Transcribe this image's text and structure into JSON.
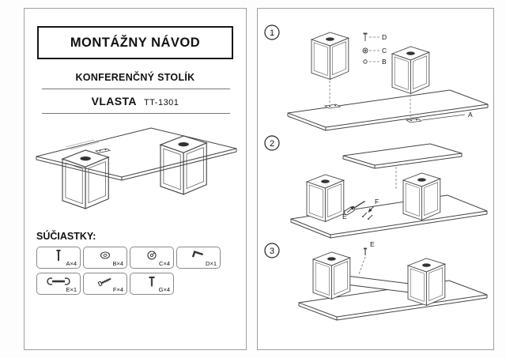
{
  "left_panel": {
    "title": "MONTÁŽNY NÁVOD",
    "subtitle": "KONFERENČNÝ STOLÍK",
    "model_name": "VLASTA",
    "model_code": "TT-1301",
    "parts_heading": "SÚČIASTKY:",
    "parts": [
      {
        "id": "A",
        "label": "A×4",
        "icon": "dowel-icon"
      },
      {
        "id": "B",
        "label": "B×4",
        "icon": "washer-icon"
      },
      {
        "id": "C",
        "label": "C×4",
        "icon": "cam-lock-icon"
      },
      {
        "id": "D",
        "label": "D×1",
        "icon": "allen-key-icon"
      },
      {
        "id": "E",
        "label": "E×1",
        "icon": "wrench-icon"
      },
      {
        "id": "F",
        "label": "F×4",
        "icon": "bolt-icon"
      },
      {
        "id": "G",
        "label": "G×4",
        "icon": "screw-icon"
      }
    ]
  },
  "right_panel": {
    "steps": [
      {
        "number": "1",
        "callouts": [
          "D",
          "C",
          "B",
          "A"
        ]
      },
      {
        "number": "2",
        "callouts": [
          "E",
          "F"
        ]
      },
      {
        "number": "3",
        "callouts": [
          "E"
        ]
      }
    ]
  },
  "colors": {
    "line": "#444444",
    "box_border": "#8a8a8a",
    "text": "#111111"
  }
}
